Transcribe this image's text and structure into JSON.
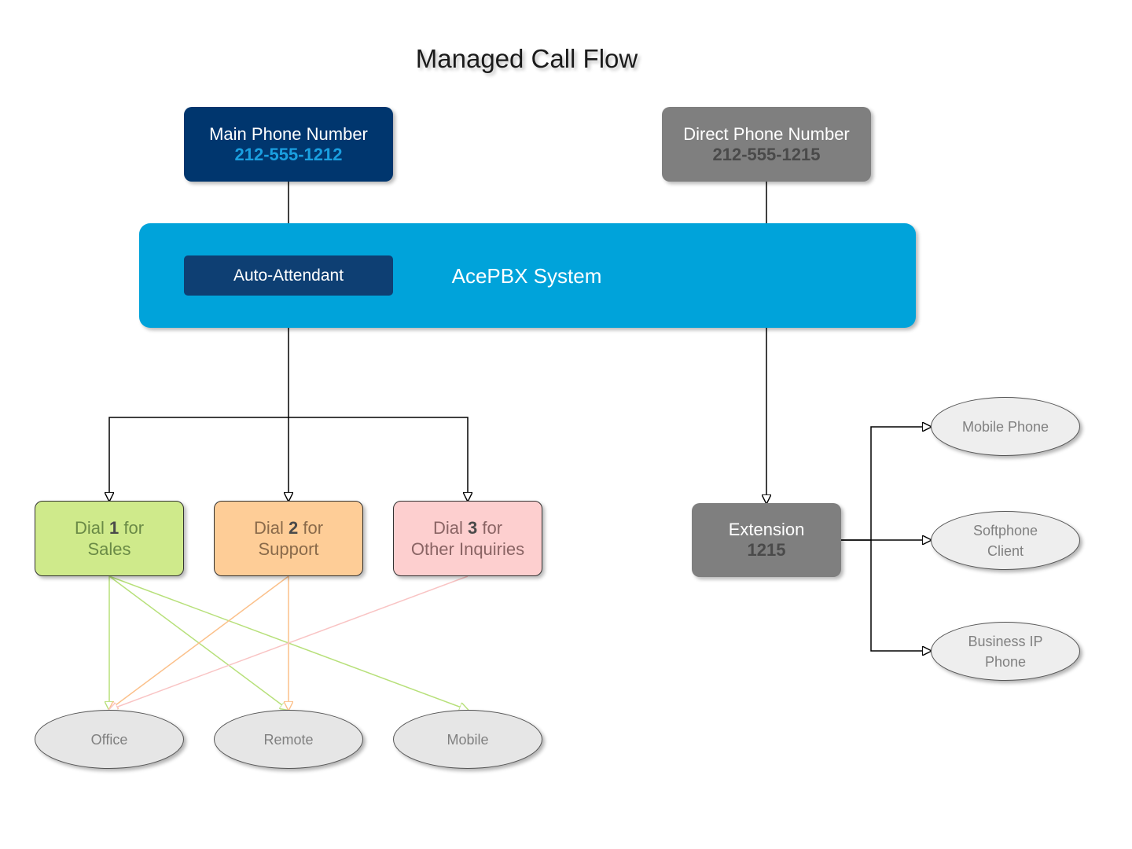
{
  "title": "Managed Call Flow",
  "nodes": {
    "main_number": {
      "label": "Main Phone Number",
      "number": "212-555-1212"
    },
    "direct_number": {
      "label": "Direct Phone Number",
      "number": "212-555-1215"
    },
    "pbx": {
      "label": "AcePBX System"
    },
    "auto_attendant": {
      "label": "Auto-Attendant"
    },
    "dial_sales": {
      "prefix": "Dial ",
      "digit": "1",
      "suffix": " for",
      "target": "Sales"
    },
    "dial_support": {
      "prefix": "Dial ",
      "digit": "2",
      "suffix": " for",
      "target": "Support"
    },
    "dial_other": {
      "prefix": "Dial ",
      "digit": "3",
      "suffix": " for",
      "target": "Other Inquiries"
    },
    "extension": {
      "label": "Extension",
      "number": "1215"
    },
    "office": {
      "label": "Office"
    },
    "remote": {
      "label": "Remote"
    },
    "mobile": {
      "label": "Mobile"
    },
    "mobile_phone": {
      "label": "Mobile Phone"
    },
    "softphone": {
      "line1": "Softphone",
      "line2": "Client"
    },
    "business_ip": {
      "line1": "Business IP",
      "line2": "Phone"
    }
  },
  "colors": {
    "main_number_fill": "#00366e",
    "direct_number_fill": "#7f7f7f",
    "pbx_fill": "#00a3da",
    "auto_attendant_fill": "#0e3f73",
    "sales_fill": "#cfea8b",
    "support_fill": "#fecd97",
    "other_fill": "#fdcfcf",
    "sales_edge": "#b7e07a",
    "support_edge": "#fbc08a",
    "other_edge": "#f9c4c4"
  },
  "edges": [
    {
      "from": "main_number",
      "to": "auto_attendant"
    },
    {
      "from": "auto_attendant",
      "to": "dial_sales"
    },
    {
      "from": "auto_attendant",
      "to": "dial_support"
    },
    {
      "from": "auto_attendant",
      "to": "dial_other"
    },
    {
      "from": "direct_number",
      "to": "extension"
    },
    {
      "from": "extension",
      "to": "mobile_phone"
    },
    {
      "from": "extension",
      "to": "softphone"
    },
    {
      "from": "extension",
      "to": "business_ip"
    },
    {
      "from": "dial_sales",
      "to": "office"
    },
    {
      "from": "dial_sales",
      "to": "remote"
    },
    {
      "from": "dial_sales",
      "to": "mobile"
    },
    {
      "from": "dial_support",
      "to": "office"
    },
    {
      "from": "dial_support",
      "to": "remote"
    },
    {
      "from": "dial_other",
      "to": "office"
    }
  ]
}
